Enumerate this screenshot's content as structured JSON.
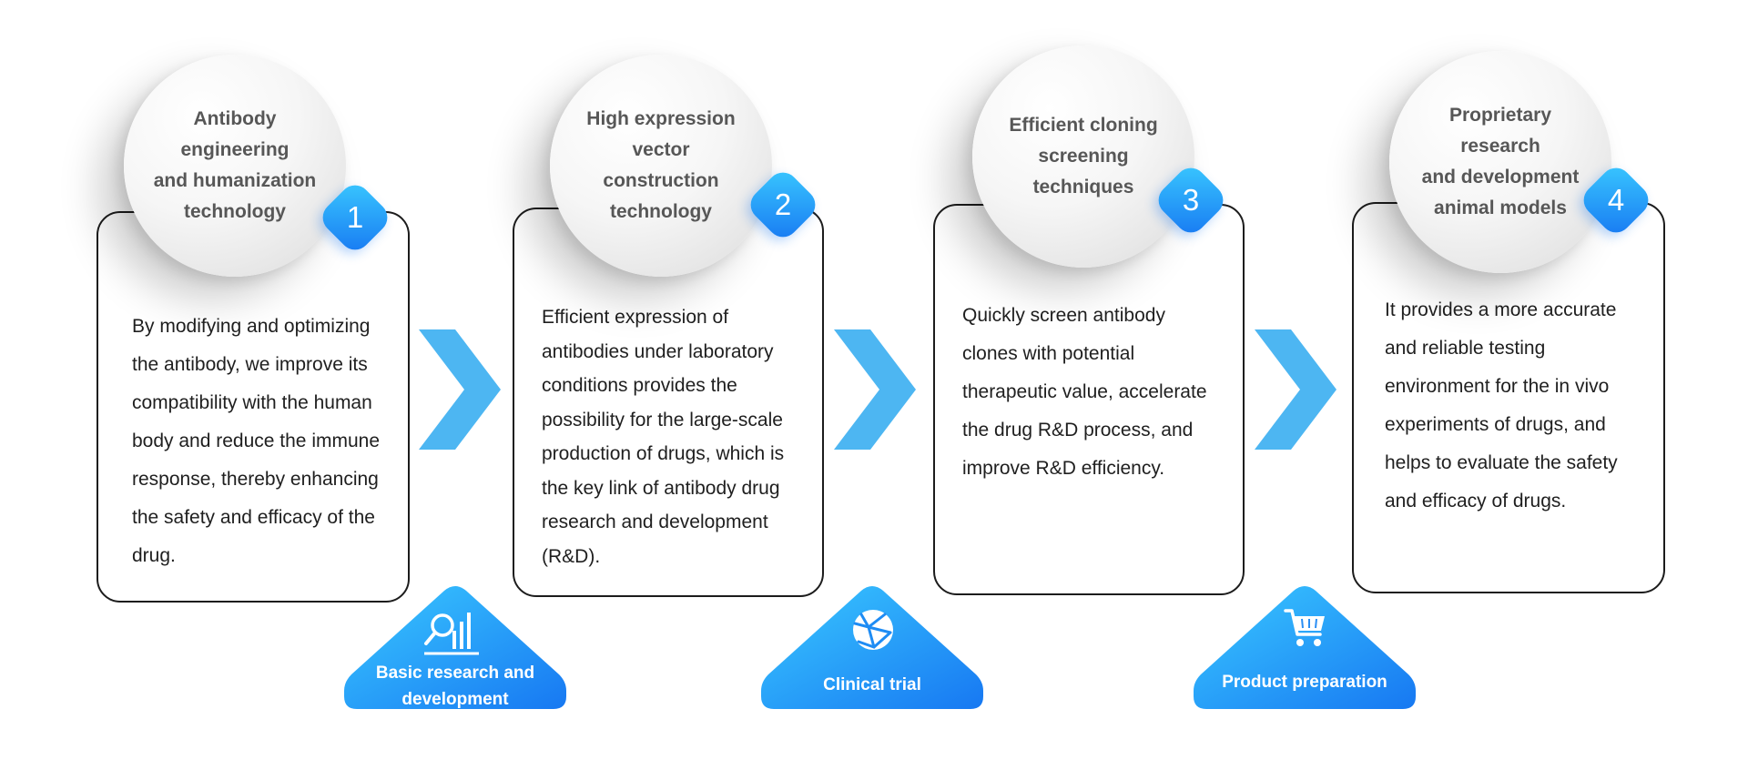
{
  "steps": [
    {
      "number": "1",
      "title_lines": [
        "Antibody",
        "engineering",
        "and humanization",
        "technology"
      ],
      "description_lines": [
        "By modifying and optimizing",
        "the antibody, we improve its",
        "compatibility with the human",
        "body and reduce the immune",
        "response, thereby enhancing",
        "the safety and efficacy of the",
        "drug."
      ]
    },
    {
      "number": "2",
      "title_lines": [
        "High expression",
        "vector",
        "construction",
        "technology"
      ],
      "description_lines": [
        "Efficient expression of",
        "antibodies under laboratory",
        "conditions provides the",
        "possibility for the large-scale",
        "production of drugs, which is",
        "the key link of antibody drug",
        "research and development",
        "(R&D)."
      ]
    },
    {
      "number": "3",
      "title_lines": [
        "Efficient cloning",
        "screening",
        "techniques"
      ],
      "description_lines": [
        "Quickly screen antibody",
        "clones with potential",
        "therapeutic value, accelerate",
        "the drug R&D process, and",
        "improve R&D efficiency."
      ]
    },
    {
      "number": "4",
      "title_lines": [
        "Proprietary",
        "research",
        "and development",
        "animal models"
      ],
      "description_lines": [
        "It provides a more accurate",
        "and reliable testing",
        "environment for the in vivo",
        "experiments of drugs, and",
        "helps to evaluate the safety",
        "and efficacy of drugs."
      ]
    }
  ],
  "phases": [
    {
      "icon": "research-chart-icon",
      "label_lines": [
        "Basic research and",
        "development"
      ]
    },
    {
      "icon": "globe-network-icon",
      "label_lines": [
        "Clinical trial"
      ]
    },
    {
      "icon": "shopping-cart-icon",
      "label_lines": [
        "Product preparation"
      ]
    }
  ],
  "colors": {
    "accent_light": "#3ac9ff",
    "accent_dark": "#1778f2",
    "arrow": "#4db6f2",
    "circle_text": "#575757",
    "card_border": "#1c1c1c",
    "body_text": "#1f1f1f"
  }
}
